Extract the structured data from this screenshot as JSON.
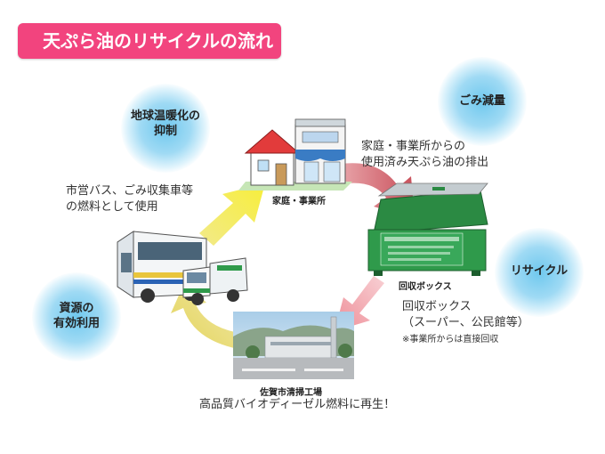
{
  "title": "天ぷら油のリサイクルの流れ",
  "benefits": {
    "global_warming": [
      "地球温暖化の",
      "抑制"
    ],
    "waste_reduction": "ごみ減量",
    "recycle": "リサイクル",
    "resources": [
      "資源の",
      "有効利用"
    ]
  },
  "nodes": {
    "houses": {
      "caption": "家庭・事業所",
      "desc": [
        "家庭・事業所からの",
        "使用済み天ぷら油の排出"
      ]
    },
    "box": {
      "caption": "回収ボックス",
      "desc": [
        "回収ボックス",
        "（スーパー、公民館等）"
      ],
      "note": "※事業所からは直接回収"
    },
    "plant": {
      "caption": "佐賀市清掃工場",
      "desc": "高品質バイオディーゼル燃料に再生！"
    },
    "vehicles": {
      "desc": [
        "市営バス、ごみ収集車等",
        "の燃料として使用"
      ]
    }
  },
  "colors": {
    "title_bg": "#f2447e",
    "arrow_red": "#d9777f",
    "arrow_pink": "#f4aeb5",
    "arrow_yellow": "#f7ee4f",
    "arrow_gold": "#e9dc6e",
    "glow": "#6fc8ee",
    "box_green": "#2f9a4b"
  }
}
